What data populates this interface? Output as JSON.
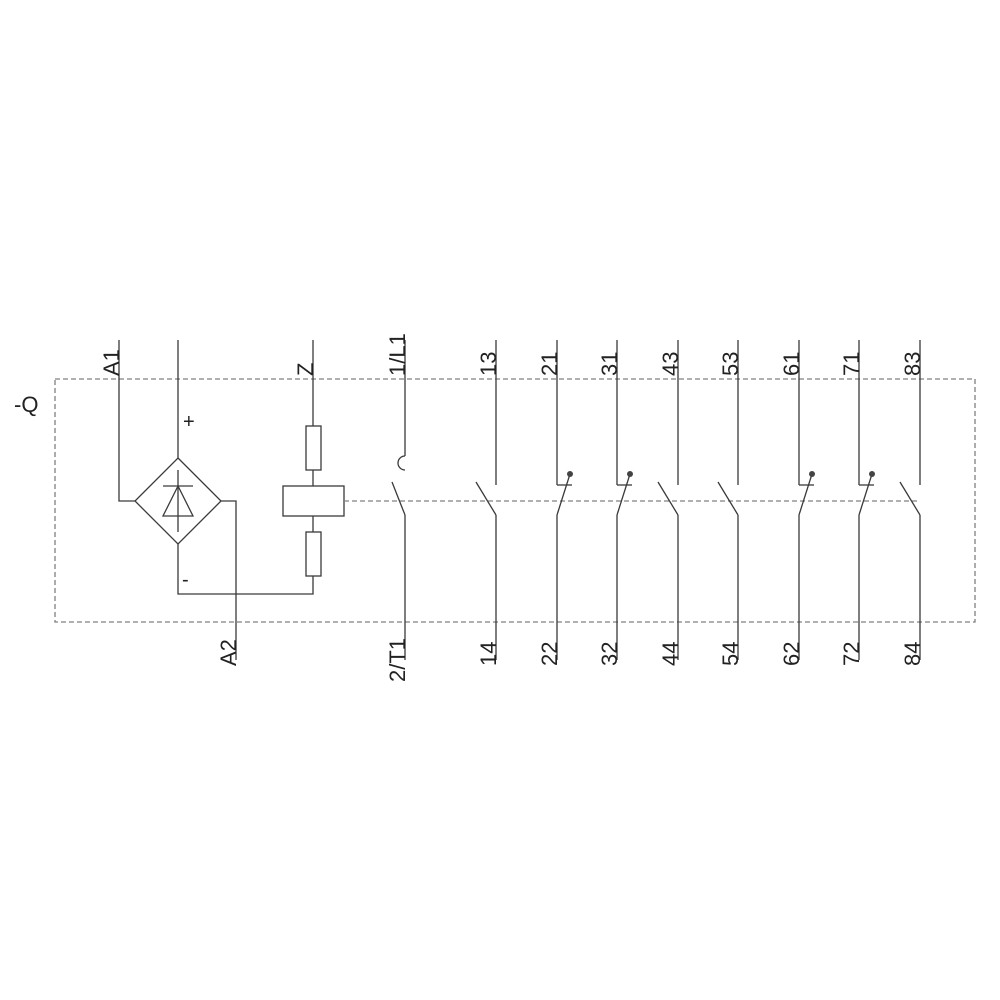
{
  "device_label": "-Q",
  "coil": {
    "a1": "A1",
    "a2": "A2",
    "z": "Z",
    "plus": "+",
    "minus": "-"
  },
  "main_contact": {
    "top": "1/L1",
    "bottom": "2/T1"
  },
  "aux_contacts": [
    {
      "top": "13",
      "bottom": "14",
      "type": "NO"
    },
    {
      "top": "21",
      "bottom": "22",
      "type": "NC"
    },
    {
      "top": "31",
      "bottom": "32",
      "type": "NC"
    },
    {
      "top": "43",
      "bottom": "44",
      "type": "NO"
    },
    {
      "top": "53",
      "bottom": "54",
      "type": "NO"
    },
    {
      "top": "61",
      "bottom": "62",
      "type": "NC"
    },
    {
      "top": "71",
      "bottom": "72",
      "type": "NC"
    },
    {
      "top": "83",
      "bottom": "84",
      "type": "NO"
    }
  ]
}
